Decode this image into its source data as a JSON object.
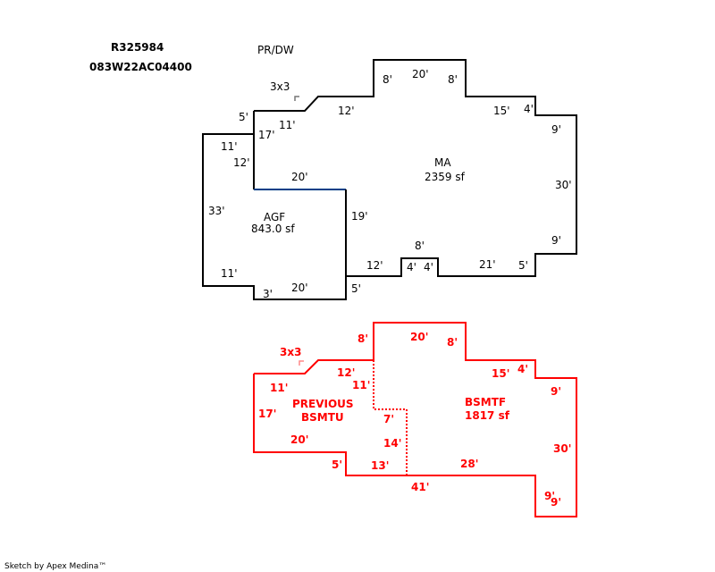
{
  "header": {
    "parcel_id": "R325984",
    "map_tax_lot": "083W22AC04400",
    "note": "PR/DW"
  },
  "colors": {
    "upper_outline": "#000000",
    "divider": "#003f87",
    "basement": "#ff0000"
  },
  "upper": {
    "ma_label": "MA",
    "ma_area": "2359 sf",
    "agf_label": "AGF",
    "agf_area": "843.0 sf",
    "marker": "3x3",
    "dims": [
      "8'",
      "20'",
      "8'",
      "12'",
      "15'",
      "4'",
      "5'",
      "11'",
      "17'",
      "9'",
      "11'",
      "12'",
      "20'",
      "30'",
      "33'",
      "19'",
      "9'",
      "8'",
      "12'",
      "4'",
      "4'",
      "21'",
      "5'",
      "11'",
      "20'",
      "3'",
      "5'"
    ]
  },
  "basement": {
    "label": "BSMTF",
    "area": "1817 sf",
    "prev_line1": "PREVIOUS",
    "prev_line2": "BSMTU",
    "marker": "3x3",
    "dims": [
      "8'",
      "20'",
      "8'",
      "12'",
      "11'",
      "15'",
      "4'",
      "11'",
      "9'",
      "17'",
      "7'",
      "20'",
      "14'",
      "30'",
      "5'",
      "13'",
      "28'",
      "41'",
      "9'",
      "9'"
    ]
  },
  "footer": "Sketch by Apex Medina™"
}
